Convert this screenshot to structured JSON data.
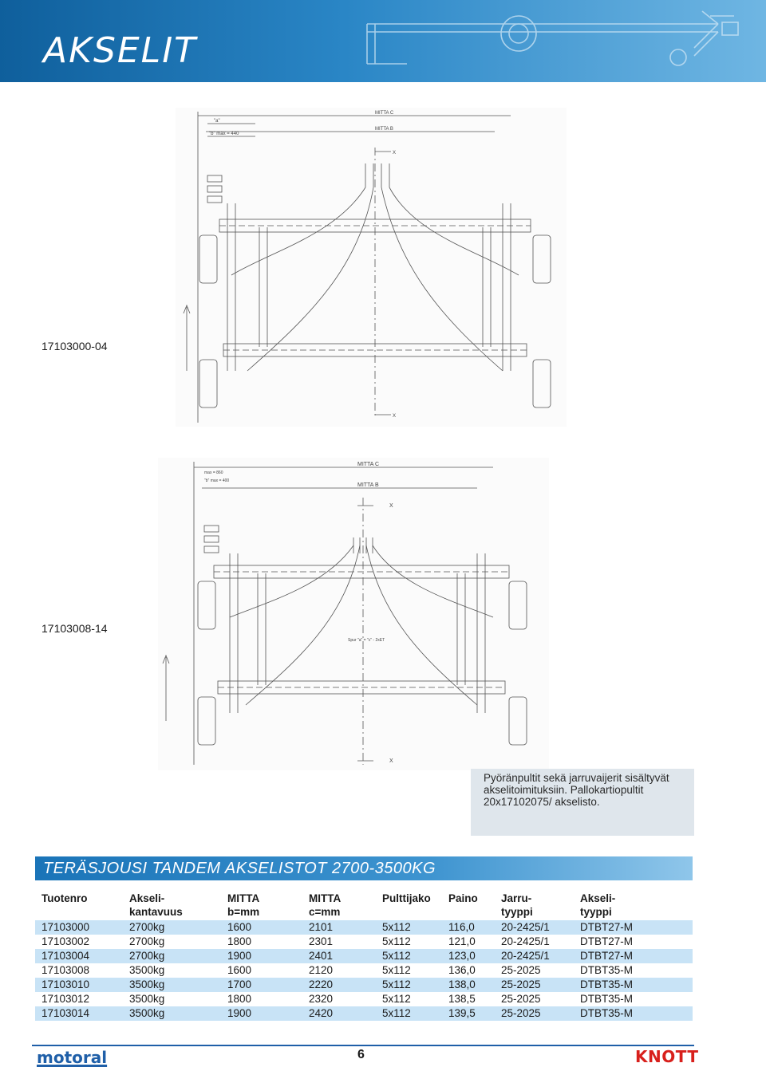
{
  "header": {
    "title": "AKSELIT"
  },
  "drawings": [
    {
      "code": "17103000-04",
      "labels": {
        "mitta_c": "MITTA C",
        "mitta_b": "MITTA B",
        "x_top": "X",
        "x_bottom": "X",
        "dim_a": "\"a\"",
        "dim_b": "\"b\" max = 440"
      }
    },
    {
      "code": "17103008-14",
      "labels": {
        "mitta_c": "MITTA C",
        "mitta_b": "MITTA B",
        "x_top": "X",
        "x_bottom": "X",
        "dim_a": "max = 860",
        "dim_b": "\"b\" max = 400",
        "track": "Spur \"a\" = \"c\" - 2xET"
      }
    }
  ],
  "note": {
    "text": "Pyöränpultit sekä jarruvaijerit sisältyvät akselitoimituksiin. Pallokartiopultit 20x17102075/ akselisto."
  },
  "section_title": "TERÄSJOUSI TANDEM AKSELISTOT 2700-3500KG",
  "table": {
    "headers": [
      [
        "Tuotenro",
        ""
      ],
      [
        "Akseli-",
        "kantavuus"
      ],
      [
        "MITTA",
        "b=mm"
      ],
      [
        "MITTA",
        "c=mm"
      ],
      [
        "Pulttijako",
        ""
      ],
      [
        "Paino",
        ""
      ],
      [
        "Jarru-",
        "tyyppi"
      ],
      [
        "Akseli-",
        "tyyppi"
      ]
    ],
    "rows": [
      [
        "17103000",
        "2700kg",
        "1600",
        "2101",
        "5x112",
        "116,0",
        "20-2425/1",
        "DTBT27-M"
      ],
      [
        "17103002",
        "2700kg",
        "1800",
        "2301",
        "5x112",
        "121,0",
        "20-2425/1",
        "DTBT27-M"
      ],
      [
        "17103004",
        "2700kg",
        "1900",
        "2401",
        "5x112",
        "123,0",
        "20-2425/1",
        "DTBT27-M"
      ],
      [
        "17103008",
        "3500kg",
        "1600",
        "2120",
        "5x112",
        "136,0",
        "25-2025",
        "DTBT35-M"
      ],
      [
        "17103010",
        "3500kg",
        "1700",
        "2220",
        "5x112",
        "138,0",
        "25-2025",
        "DTBT35-M"
      ],
      [
        "17103012",
        "3500kg",
        "1800",
        "2320",
        "5x112",
        "138,5",
        "25-2025",
        "DTBT35-M"
      ],
      [
        "17103014",
        "3500kg",
        "1900",
        "2420",
        "5x112",
        "139,5",
        "25-2025",
        "DTBT35-M"
      ]
    ]
  },
  "footer": {
    "left_logo": "motoral",
    "page": "6",
    "right_logo": "KNOTT"
  },
  "colors": {
    "brand_blue": "#1f5fa8",
    "row_highlight": "#c8e3f6",
    "knott_red": "#d8201c"
  }
}
